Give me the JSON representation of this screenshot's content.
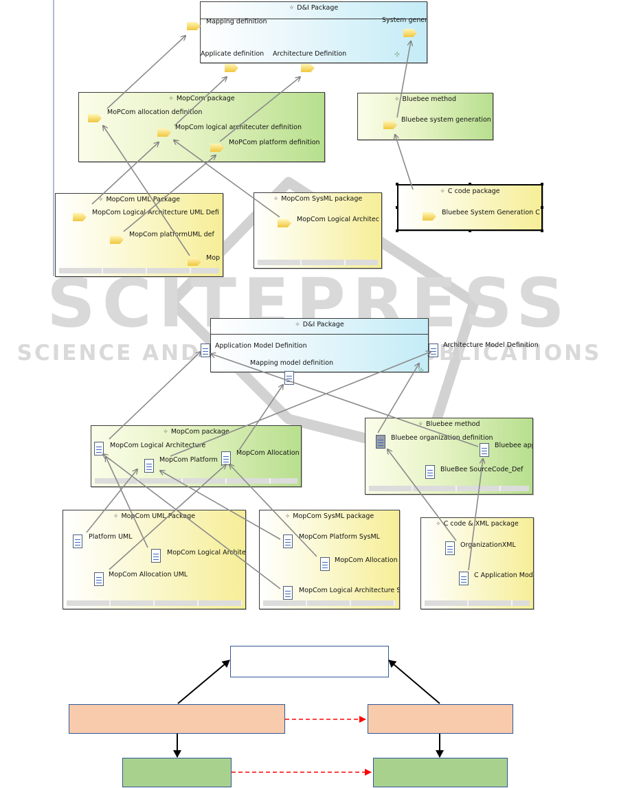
{
  "colors": {
    "blue_pkg": "#c4ecf7",
    "green_pkg": "#b7df8e",
    "yellow_pkg": "#f6ee97",
    "orange_box": "#f8cbad",
    "green_box": "#a9d18e",
    "box_border": "#2f5597",
    "dashed_arrow": "#ff0000"
  },
  "watermark": {
    "brand": "SCITEPRESS",
    "tagline": "SCIENCE AND TECHNOLOGY PUBLICATIONS"
  },
  "diagram1": {
    "di": {
      "title": "D&I Package",
      "mapping": "Mapping definition",
      "system": "System generation",
      "applicate": "Applicate definition",
      "architecture": "Architecture Definition"
    },
    "mopcom": {
      "title": "MopCom package",
      "allocation": "MoPCom allocation definition",
      "logical": "MopCom logical architecuter definition",
      "platform": "MoPCom platform definition"
    },
    "bluebee": {
      "title": "Bluebee method",
      "system": "Bluebee system generation"
    },
    "ccode": {
      "title": "C code package",
      "item": "Bluebee System Generation C"
    },
    "uml": {
      "title": "MopCom UML Package",
      "logical": "MopCom Logical Architecture UML Defi",
      "platform": "MopCom platformUML def",
      "mop": "Mop"
    },
    "sysml": {
      "title": "MopCom SysML package",
      "logical": "MopCom Logical Architec"
    }
  },
  "diagram2": {
    "di": {
      "title": "D&I Package",
      "app": "Application Model Definition",
      "arch": "Architecture Model Definition",
      "mapping": "Mapping model definition"
    },
    "mopcom": {
      "title": "MopCom package",
      "logical": "MopCom Logical Architecture",
      "platform": "MopCom Platform",
      "allocation": "MopCom Allocation"
    },
    "bluebee": {
      "title": "Bluebee method",
      "org": "Bluebee organization definition",
      "app": "Bluebee app",
      "source": "BlueBee SourceCode_Def"
    },
    "uml": {
      "title": "MopCom UML Package",
      "platform": "Platform UML",
      "logical": "MopCom Logical Architec",
      "allocation": "MopCom Allocation UML"
    },
    "sysml": {
      "title": "MopCom SysML package",
      "platform": "MopCom Platform SysML",
      "allocation": "MopCom Allocation S",
      "logical": "MopCom Logical Architecture Sy"
    },
    "cxml": {
      "title": "C code & XML package",
      "org": "OrganizationXML",
      "app": "C Application Mod"
    }
  }
}
